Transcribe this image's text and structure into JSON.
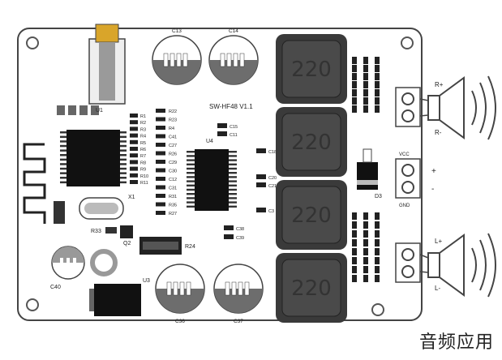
{
  "board": {
    "model_version": "SW-HF48  V1.1",
    "capacitors_top": [
      {
        "ref": "C13"
      },
      {
        "ref": "C14"
      }
    ],
    "capacitors_bottom": [
      {
        "ref": "C36"
      },
      {
        "ref": "C37"
      }
    ],
    "inductors": [
      {
        "value": "220"
      },
      {
        "value": "220"
      },
      {
        "value": "220"
      },
      {
        "value": "220"
      }
    ],
    "chips": {
      "u1": "U1",
      "u4": "U4",
      "u3": "U3",
      "x1": "X1",
      "d3": "D3",
      "r24": "R24",
      "c40": "C40",
      "q2": "Q2",
      "r33": "R33"
    },
    "resistor_col_left": [
      "R1",
      "R2",
      "R3",
      "R4",
      "R5",
      "R6",
      "R7",
      "R8",
      "R9",
      "R10",
      "R11"
    ],
    "resistor_col_mid": [
      "R22",
      "R23",
      "R4",
      "C41",
      "C27",
      "R26",
      "C29",
      "C30",
      "C12",
      "C31",
      "R31",
      "R35",
      "R27"
    ],
    "small_parts": [
      "C15",
      "C11",
      "C18",
      "C20",
      "C21",
      "C38",
      "C39",
      "C3"
    ],
    "connectors": {
      "right_top": {
        "plus": "R+",
        "minus": "R-"
      },
      "power": {
        "vcc": "VCC",
        "gnd": "GND",
        "plus": "+",
        "minus": "-"
      },
      "right_bottom": {
        "plus": "L+",
        "minus": "L-"
      }
    }
  },
  "watermark": "音频应用",
  "icons": [
    "speaker-icon",
    "sound-wave-icon",
    "bluetooth-antenna-icon",
    "audio-jack-icon"
  ]
}
